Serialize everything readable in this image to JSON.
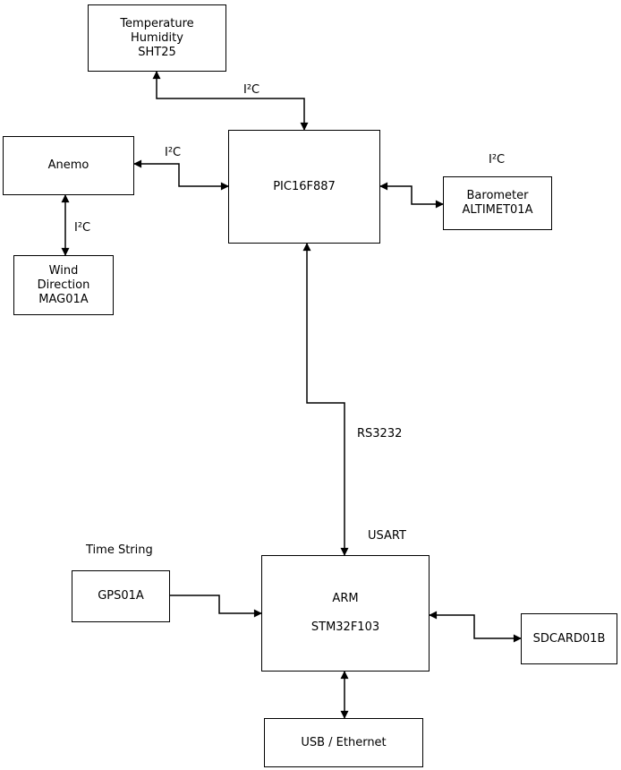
{
  "boxes": {
    "sht25": {
      "line1": "Temperature",
      "line2": "Humidity",
      "line3": "SHT25"
    },
    "anemo": {
      "line1": "Anemo"
    },
    "wind": {
      "line1": "Wind",
      "line2": "Direction",
      "line3": "MAG01A"
    },
    "pic": {
      "line1": "PIC16F887"
    },
    "barometer": {
      "line1": "Barometer",
      "line2": "ALTIMET01A"
    },
    "gps": {
      "line1": "GPS01A"
    },
    "arm": {
      "line1": "ARM",
      "line2": "STM32F103"
    },
    "sdcard": {
      "line1": "SDCARD01B"
    },
    "usb": {
      "line1": "USB / Ethernet"
    }
  },
  "labels": {
    "i2c_sht25": "I²C",
    "i2c_anemo": "I²C",
    "i2c_wind": "I²C",
    "i2c_barometer": "I²C",
    "rs232": "RS3232",
    "usart": "USART",
    "time_string": "Time String"
  },
  "colors": {
    "line": "#000000",
    "box_fill": "#ffffff",
    "background": "#ffffff"
  }
}
